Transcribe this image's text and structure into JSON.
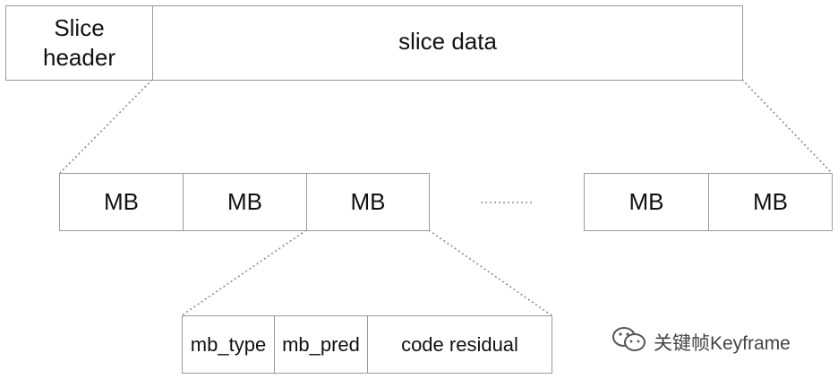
{
  "slice": {
    "header_label_line1": "Slice",
    "header_label_line2": "header",
    "data_label": "slice data"
  },
  "macroblocks": {
    "labels": [
      "MB",
      "MB",
      "MB",
      "MB",
      "MB"
    ]
  },
  "mb_fields": {
    "type_label": "mb_type",
    "pred_label": "mb_pred",
    "residual_label": "code residual"
  },
  "watermark": {
    "text": "关键帧Keyframe",
    "icon": "wechat-icon"
  }
}
